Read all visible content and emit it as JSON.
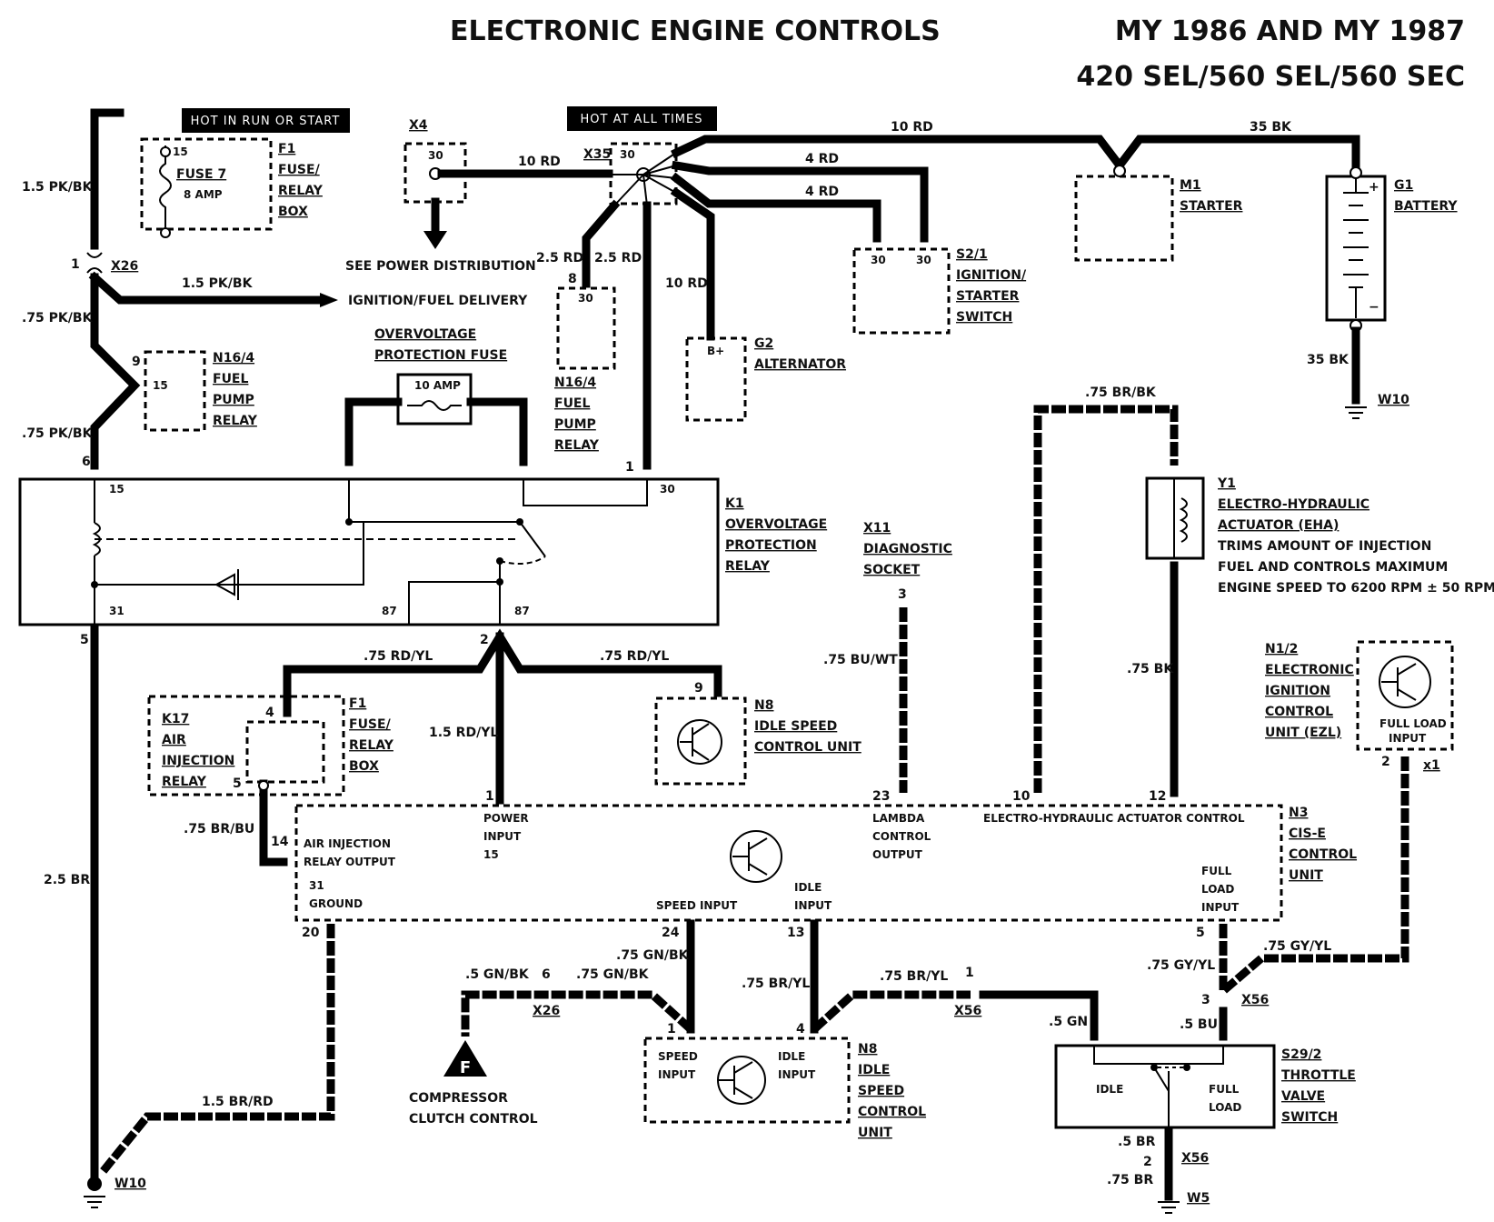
{
  "title": {
    "main": "ELECTRONIC ENGINE CONTROLS",
    "model_years": "MY 1986 AND MY 1987",
    "models": "420 SEL/560 SEL/560 SEC"
  },
  "banners": {
    "hot_run_start": "HOT IN RUN OR START",
    "hot_all_times": "HOT AT ALL TIMES"
  },
  "wires": {
    "w_15pkbk_top": "1.5 PK/BK",
    "w_15pkbk_mid": "1.5 PK/BK",
    "w_75pkbk_a": ".75 PK/BK",
    "w_75pkbk_b": ".75 PK/BK",
    "w_10rd_a": "10 RD",
    "w_10rd_top": "10 RD",
    "w_35bk_top": "35 BK",
    "w_4rd_a": "4 RD",
    "w_4rd_b": "4 RD",
    "w_25rd_a": "2.5 RD",
    "w_25rd_b": "2.5 RD",
    "w_10rd_alt": "10 RD",
    "w_35bk_bat": "35 BK",
    "w_75brbk": ".75 BR/BK",
    "w_75rdyl_a": ".75 RD/YL",
    "w_75rdyl_b": ".75 RD/YL",
    "w_15rdyl": "1.5 RD/YL",
    "w_75buwt": ".75 BU/WT",
    "w_75bk": ".75 BK",
    "w_75brbu": ".75 BR/BU",
    "w_25br": "2.5 BR",
    "w_15brrd": "1.5 BR/RD",
    "w_5gnbk": ".5 GN/BK",
    "w_75gnbk_a": ".75 GN/BK",
    "w_75gnbk_b": ".75 GN/BK",
    "w_75bryl_a": ".75 BR/YL",
    "w_75bryl_b": ".75 BR/YL",
    "w_5gn": ".5 GN",
    "w_5bu": ".5 BU",
    "w_75gyyl_a": ".75 GY/YL",
    "w_75gyyl_b": ".75 GY/YL",
    "w_5br": ".5 BR",
    "w_75br": ".75 BR"
  },
  "connectors": {
    "x26_top": "X26",
    "x26_pin_top": "1",
    "x4": "X4",
    "x35": "X35",
    "x26_bot": "X26",
    "x26_pin_bot": "6",
    "x56_a": "X56",
    "x56_pin_a": "1",
    "x56_b": "X56",
    "x56_pin_b": "3",
    "x56_c": "X56",
    "x56_pin_c": "2",
    "x1": "x1",
    "w10_bat": "W10",
    "w10_bot": "W10",
    "w5": "W5"
  },
  "notes": {
    "see_power": "SEE POWER DISTRIBUTION",
    "ign_fuel": "IGNITION/FUEL DELIVERY"
  },
  "components": {
    "f1_top": {
      "id": "F1",
      "l1": "FUSE/",
      "l2": "RELAY",
      "l3": "BOX",
      "fuse": "FUSE 7",
      "amp": "8 AMP",
      "pin": "15"
    },
    "n164_a": {
      "id": "N16/4",
      "l1": "FUEL",
      "l2": "PUMP",
      "l3": "RELAY",
      "pin": "15",
      "term": "9"
    },
    "n164_b": {
      "id": "N16/4",
      "l1": "FUEL",
      "l2": "PUMP",
      "l3": "RELAY",
      "pin": "30",
      "term": "8"
    },
    "ovp_fuse": {
      "l1": "OVERVOLTAGE",
      "l2": "PROTECTION FUSE",
      "amp": "10 AMP"
    },
    "g2": {
      "id": "G2",
      "name": "ALTERNATOR",
      "pin": "B+"
    },
    "m1": {
      "id": "M1",
      "name": "STARTER"
    },
    "g1": {
      "id": "G1",
      "name": "BATTERY",
      "plus": "+",
      "minus": "−"
    },
    "s21": {
      "id": "S2/1",
      "l1": "IGNITION/",
      "l2": "STARTER",
      "l3": "SWITCH",
      "p1": "30",
      "p2": "30"
    },
    "x4_pin": "30",
    "x35_pin": "30",
    "k1": {
      "id": "K1",
      "l1": "OVERVOLTAGE",
      "l2": "PROTECTION",
      "l3": "RELAY",
      "p15": "15",
      "p30": "30",
      "p31": "31",
      "p87a": "87",
      "p87b": "87",
      "t6": "6",
      "t1": "1",
      "t5": "5",
      "t2": "2"
    },
    "x11": {
      "id": "X11",
      "l1": "DIAGNOSTIC",
      "l2": "SOCKET",
      "pin": "3"
    },
    "y1": {
      "id": "Y1",
      "l1": "ELECTRO-HYDRAULIC",
      "l2": "ACTUATOR (EHA)",
      "l3": "TRIMS AMOUNT OF INJECTION",
      "l4": "FUEL AND CONTROLS MAXIMUM",
      "l5": "ENGINE SPEED TO 6200 RPM ± 50 RPM"
    },
    "n12": {
      "id": "N1/2",
      "l1": "ELECTRONIC",
      "l2": "IGNITION",
      "l3": "CONTROL",
      "l4": "UNIT (EZL)",
      "inner1": "FULL LOAD",
      "inner2": "INPUT",
      "pin": "2"
    },
    "k17": {
      "id": "K17",
      "l1": "AIR",
      "l2": "INJECTION",
      "l3": "RELAY"
    },
    "f1_bot": {
      "id": "F1",
      "l1": "FUSE/",
      "l2": "RELAY",
      "l3": "BOX",
      "p4": "4",
      "p5": "5"
    },
    "n8_top": {
      "id": "N8",
      "l1": "IDLE SPEED",
      "l2": "CONTROL UNIT",
      "pin": "9"
    },
    "n3": {
      "id": "N3",
      "l1": "CIS-E",
      "l2": "CONTROL",
      "l3": "UNIT",
      "power1": "POWER",
      "power2": "INPUT",
      "power3": "15",
      "lambda1": "LAMBDA",
      "lambda2": "CONTROL",
      "lambda3": "OUTPUT",
      "eha": "ELECTRO-HYDRAULIC ACTUATOR CONTROL",
      "air1": "AIR INJECTION",
      "air2": "RELAY OUTPUT",
      "gnd1": "31",
      "gnd2": "GROUND",
      "speed": "SPEED INPUT",
      "idle1": "IDLE",
      "idle2": "INPUT",
      "full1": "FULL",
      "full2": "LOAD",
      "full3": "INPUT",
      "p1": "1",
      "p23": "23",
      "p10": "10",
      "p12": "12",
      "p14": "14",
      "p20": "20",
      "p24": "24",
      "p13": "13",
      "p5": "5"
    },
    "compressor": {
      "l1": "COMPRESSOR",
      "l2": "CLUTCH CONTROL",
      "sym": "F"
    },
    "n8_bot": {
      "id": "N8",
      "l1": "IDLE",
      "l2": "SPEED",
      "l3": "CONTROL",
      "l4": "UNIT",
      "speed1": "SPEED",
      "speed2": "INPUT",
      "idle1": "IDLE",
      "idle2": "INPUT",
      "p1": "1",
      "p4": "4"
    },
    "s292": {
      "id": "S29/2",
      "l1": "THROTTLE",
      "l2": "VALVE",
      "l3": "SWITCH",
      "idle": "IDLE",
      "full1": "FULL",
      "full2": "LOAD"
    }
  }
}
